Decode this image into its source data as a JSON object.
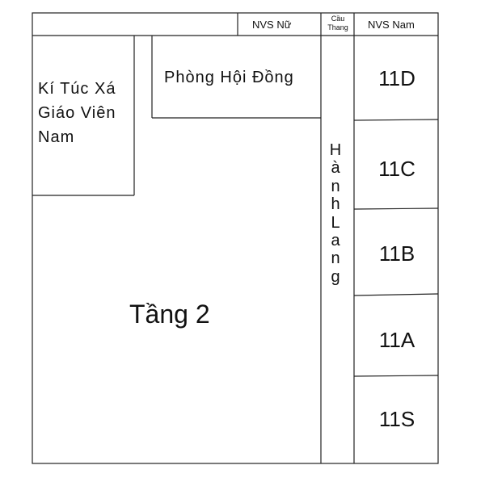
{
  "floor_label": "Tầng 2",
  "dorm_label": "Kí Túc Xá\nGiáo Viên\nNam",
  "meeting_room_label": "Phòng Hội Đồng",
  "female_restroom_label": "NVS Nữ",
  "stairs_label": "Cầu\nThang",
  "male_restroom_label": "NVS Nam",
  "corridor_label": "H\nà\nn\nh\nL\na\nn\ng",
  "rooms": [
    "11D",
    "11C",
    "11B",
    "11A",
    "11S"
  ],
  "colors": {
    "line": "#222222",
    "background": "#ffffff"
  }
}
